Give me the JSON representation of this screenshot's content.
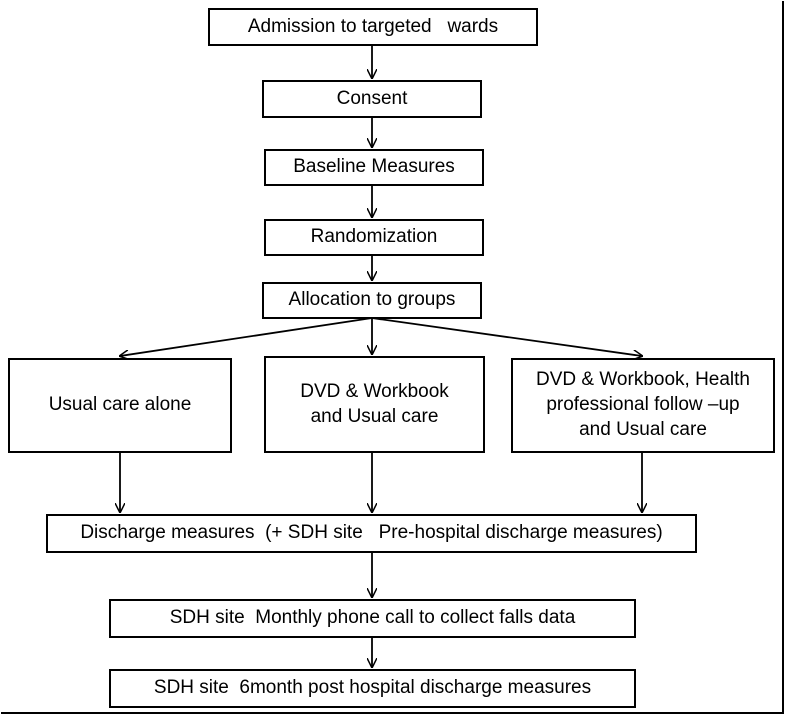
{
  "steps": {
    "admission": "Admission to targeted   wards",
    "consent": "Consent",
    "baseline": "Baseline Measures",
    "randomization": "Randomization",
    "allocation": "Allocation to groups"
  },
  "groups": {
    "usual_care": "Usual care alone",
    "dvd_workbook": "DVD & Workbook\nand Usual care",
    "dvd_workbook_health": "DVD & Workbook, Health\nprofessional follow –up\nand Usual care"
  },
  "followup": {
    "discharge": "Discharge measures  (+ SDH site   Pre-hospital discharge measures)",
    "monthly_call": "SDH site  Monthly phone call to collect falls data",
    "six_month": "SDH site  6month post hospital discharge measures"
  }
}
